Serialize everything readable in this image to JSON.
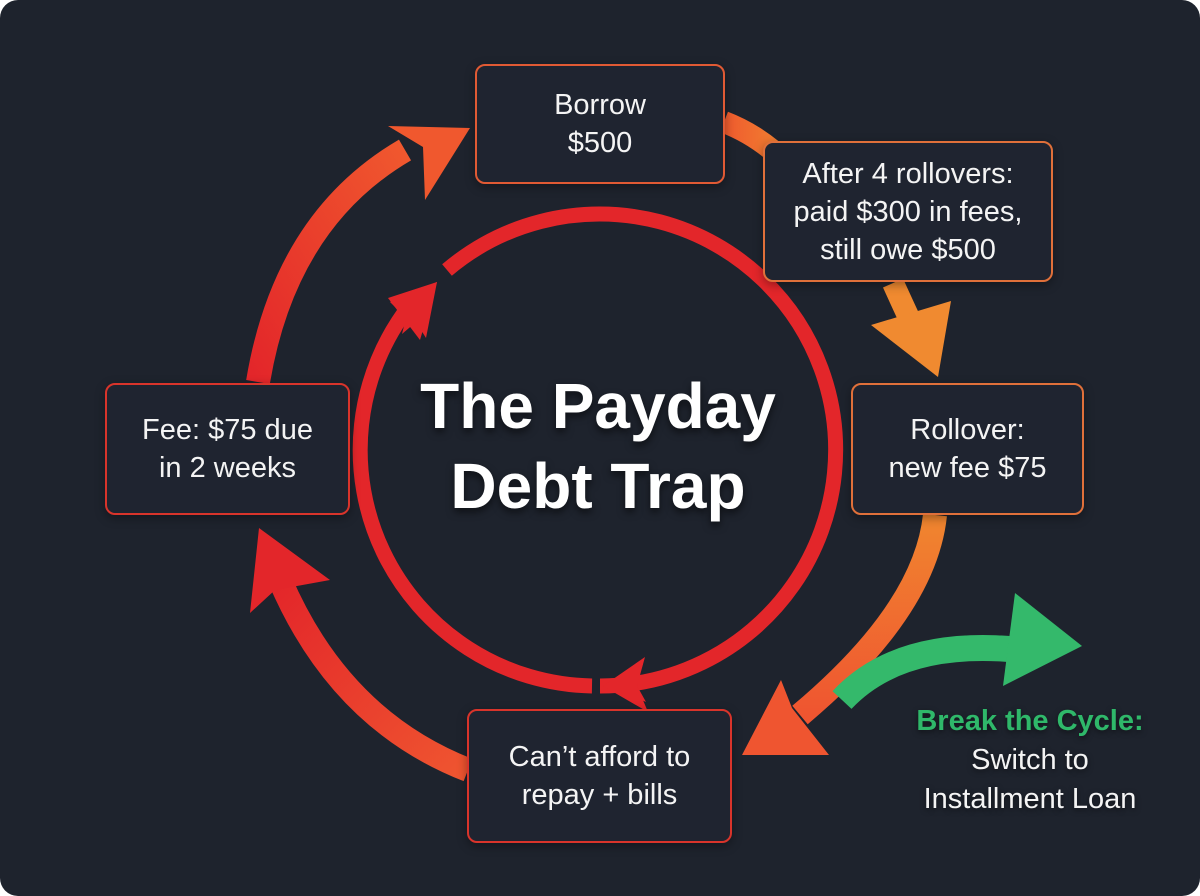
{
  "diagram": {
    "title": {
      "line1": "The Payday",
      "line2": "Debt Trap"
    },
    "nodes": [
      {
        "id": "borrow",
        "lines": [
          "Borrow",
          "$500"
        ]
      },
      {
        "id": "rollover-summary",
        "lines": [
          "After 4 rollovers:",
          "paid $300 in fees,",
          "still owe $500"
        ]
      },
      {
        "id": "rollover",
        "lines": [
          "Rollover:",
          "new fee $75"
        ]
      },
      {
        "id": "cant-afford",
        "lines": [
          "Can’t afford to",
          "repay + bills"
        ]
      },
      {
        "id": "fee",
        "lines": [
          "Fee: $75 due",
          "in 2 weeks"
        ]
      }
    ],
    "exit": {
      "heading": "Break the Cycle:",
      "line1": "Switch to",
      "line2": "Installment Loan"
    },
    "flow": [
      "Borrow $500 → After 4 rollovers",
      "After 4 rollovers → Rollover: new fee $75",
      "Rollover → Can’t afford to repay + bills",
      "Rollover → Break the Cycle: Switch to Installment Loan",
      "Can’t afford → Fee: $75 due in 2 weeks",
      "Fee → Borrow $500"
    ],
    "colors": {
      "background": "#1e232d",
      "red": "#e3262a",
      "orange_red": "#ef5530",
      "orange": "#f0862f",
      "green": "#34b96b",
      "text": "#f4f4f4"
    }
  }
}
